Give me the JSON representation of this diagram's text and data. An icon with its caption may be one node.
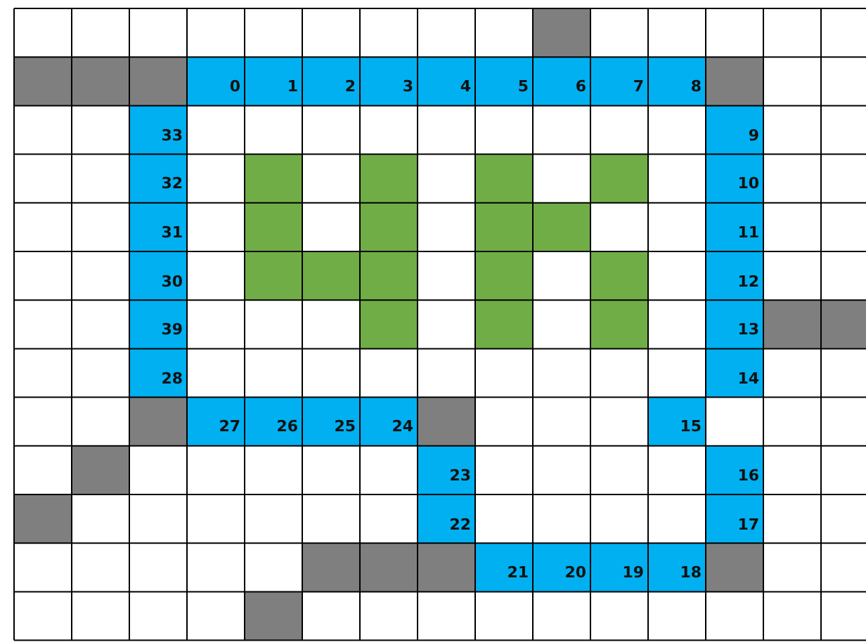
{
  "diagram": {
    "labels": [
      "0",
      "1",
      "2",
      "3",
      "4",
      "5",
      "6",
      "7",
      "8",
      "33",
      "9",
      "32",
      "10",
      "31",
      "11",
      "30",
      "12",
      "39",
      "13",
      "28",
      "14",
      "27",
      "26",
      "25",
      "24",
      "15",
      "23",
      "16",
      "22",
      "17",
      "21",
      "20",
      "19",
      "18"
    ]
  }
}
